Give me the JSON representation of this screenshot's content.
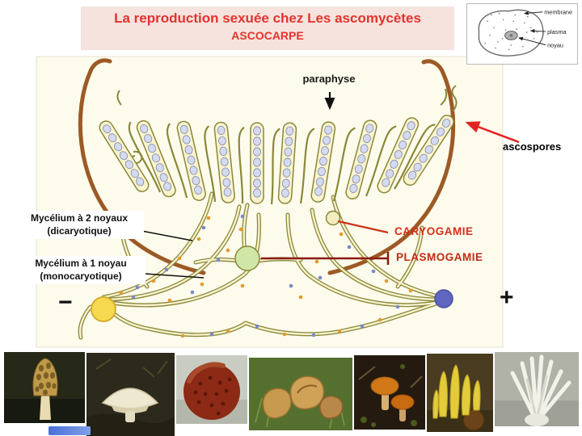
{
  "slide": {
    "title": "La reproduction sexuée chez Les ascomycètes",
    "subtitle": "ASCOCARPE"
  },
  "cell_inset": {
    "membrane": "membrane",
    "plasma": "plasma",
    "noyau": "noyau"
  },
  "diagram": {
    "paraphyse": "paraphyse",
    "ascospores": "ascospores",
    "caryogamie": "CARYOGAMIE",
    "plasmogamie": "PLASMOGAMIE",
    "mycelium_2n_line1": "Mycélium à 2 noyaux",
    "mycelium_2n_line2": "(dicaryotique)",
    "mycelium_1n_line1": "Mycélium à 1 noyau",
    "mycelium_1n_line2": "(monocaryotique)",
    "minus": "−",
    "plus": "+"
  },
  "colors": {
    "title_red": "#e5332d",
    "title_bg": "#f6e3de",
    "diagram_bg": "#fdfbec",
    "cup_brown": "#9c5a26",
    "hypha_olive": "#8a8838",
    "accent_red": "#e32222",
    "caryogamie_red": "#d33018",
    "plasmogamie_red": "#c22a14",
    "minus_cell_yellow": "#f6d94e",
    "plus_cell_blue": "#6066c0"
  },
  "photos": [
    {
      "name": "morel-mushroom"
    },
    {
      "name": "white-mushroom"
    },
    {
      "name": "red-round-fungus"
    },
    {
      "name": "brown-cup-fungi"
    },
    {
      "name": "orange-mushrooms"
    },
    {
      "name": "yellow-club-fungi"
    },
    {
      "name": "white-coral-fungus"
    }
  ]
}
